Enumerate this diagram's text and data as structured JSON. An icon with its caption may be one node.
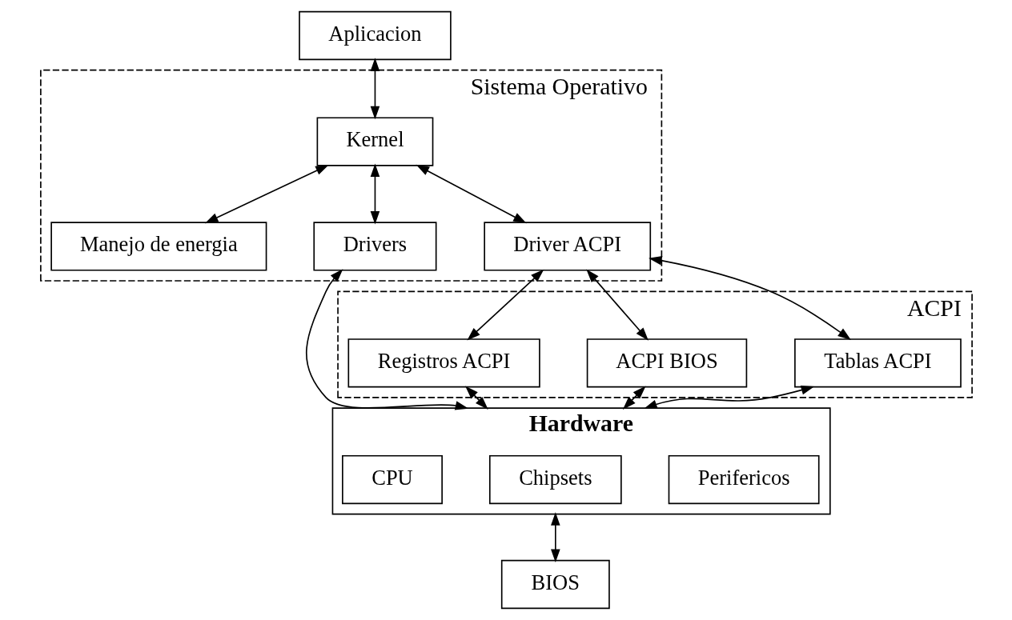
{
  "diagram": {
    "nodes": [
      {
        "text": [
          "Aplicacion"
        ]
      },
      {
        "text": [
          "Sistema Operativo"
        ]
      },
      {
        "text": [
          "Kernel"
        ],
        "in": 1
      },
      {
        "text": [
          "Manejo de energia"
        ],
        "in": 1
      },
      {
        "text": [
          "Drivers"
        ],
        "in": 1
      },
      {
        "text": [
          "Driver ACPI"
        ],
        "in": 1
      },
      {
        "text": [
          "ACPI"
        ]
      },
      {
        "text": [
          "Tablas ACPI"
        ],
        "in": 6
      },
      {
        "text": [
          "ACPI BIOS"
        ],
        "in": 6
      },
      {
        "text": [
          "Registros ACPI"
        ],
        "in": 6
      },
      {
        "text": [
          "Hardware"
        ]
      },
      {
        "text": [
          "Perifericos"
        ],
        "in": 10
      },
      {
        "text": [
          "Chipsets"
        ],
        "in": 10
      },
      {
        "text": [
          "CPU"
        ],
        "in": 10
      },
      {
        "text": [
          "BIOS"
        ]
      }
    ],
    "edges": [
      {
        "from": 0,
        "to": 2,
        "arrow": "both"
      },
      {
        "from": 2,
        "to": 3,
        "arrow": "both"
      },
      {
        "from": 2,
        "to": 4,
        "arrow": "both"
      },
      {
        "from": 2,
        "to": 5,
        "arrow": "both"
      },
      {
        "from": 5,
        "to": 7,
        "arrow": "both"
      },
      {
        "from": 5,
        "to": 8,
        "arrow": "both"
      },
      {
        "from": 5,
        "to": 9,
        "arrow": "both"
      },
      {
        "from": 4,
        "to": 10,
        "arrow": "both"
      },
      {
        "from": 7,
        "to": 10,
        "arrow": "both"
      },
      {
        "from": 8,
        "to": 10,
        "arrow": "both"
      },
      {
        "from": 9,
        "to": 10,
        "arrow": "both"
      },
      {
        "from": 10,
        "to": 14,
        "arrow": "both"
      }
    ]
  }
}
